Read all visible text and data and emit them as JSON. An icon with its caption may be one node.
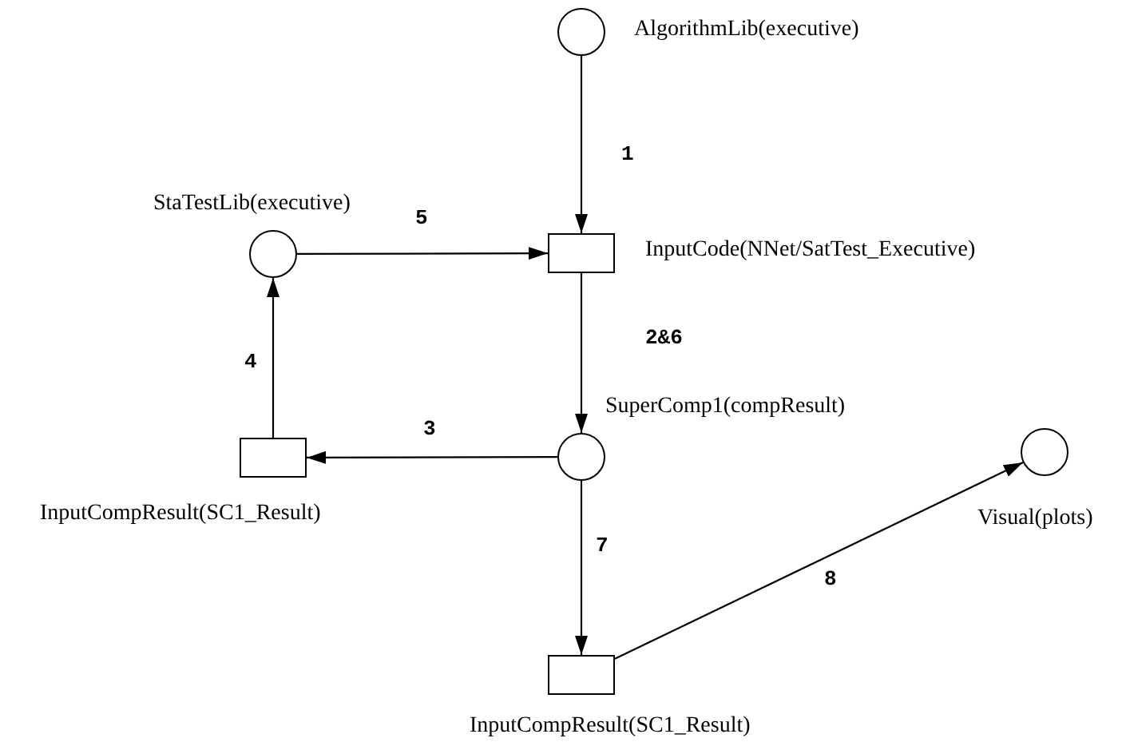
{
  "diagram": {
    "nodes": [
      {
        "text": [
          "AlgorithmLib(executive)"
        ]
      },
      {
        "text": [
          "StaTestLib(executive)"
        ]
      },
      {
        "text": [
          "InputCode(NNet/SatTest_Executive)"
        ]
      },
      {
        "text": [
          "SuperComp1(compResult)"
        ]
      },
      {
        "text": [
          "InputCompResult(SC1_Result)"
        ]
      },
      {
        "text": [
          "Visual(plots)"
        ]
      },
      {
        "text": [
          "InputCompResult(SC1_Result)"
        ]
      }
    ],
    "edges": [
      {
        "from": 0,
        "to": 2,
        "arrow": "to",
        "label": "1"
      },
      {
        "from": 1,
        "to": 2,
        "arrow": "to",
        "label": "5"
      },
      {
        "from": 2,
        "to": 3,
        "arrow": "to",
        "label": "2&6"
      },
      {
        "from": 3,
        "to": 4,
        "arrow": "to",
        "label": "3"
      },
      {
        "from": 4,
        "to": 1,
        "arrow": "to",
        "label": "4"
      },
      {
        "from": 3,
        "to": 6,
        "arrow": "to",
        "label": "7"
      },
      {
        "from": 6,
        "to": 5,
        "arrow": "to",
        "label": "8"
      }
    ]
  }
}
